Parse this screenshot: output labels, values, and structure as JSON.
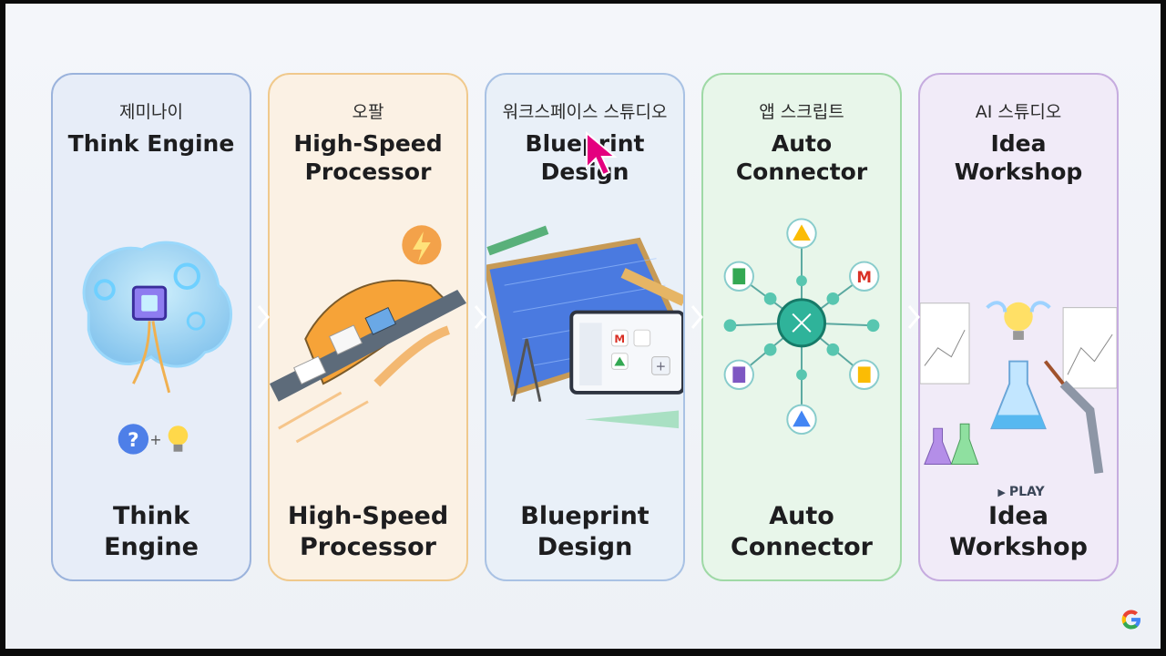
{
  "cards": [
    {
      "ko": "제미나이",
      "top": [
        "Think Engine"
      ],
      "bottom": [
        "Think",
        "Engine"
      ],
      "border": "#9bb3dc",
      "bg": "#e7edf8",
      "icon": "brain-chip-icon"
    },
    {
      "ko": "오팔",
      "top": [
        "High-Speed",
        "Processor"
      ],
      "bottom": [
        "High-Speed",
        "Processor"
      ],
      "border": "#f0c98c",
      "bg": "#fbf1e4",
      "icon": "conveyor-belt-icon"
    },
    {
      "ko": "워크스페이스 스튜디오",
      "top": [
        "Blueprint",
        "Design"
      ],
      "bottom": [
        "Blueprint",
        "Design"
      ],
      "border": "#a9c2e4",
      "bg": "#e9f0f8",
      "icon": "blueprint-tablet-icon"
    },
    {
      "ko": "앱 스크립트",
      "top": [
        "Auto",
        "Connector"
      ],
      "bottom": [
        "Auto",
        "Connector"
      ],
      "border": "#9fd9a6",
      "bg": "#e8f6ea",
      "icon": "connector-network-icon"
    },
    {
      "ko": "AI 스튜디오",
      "top": [
        "Idea",
        "Workshop"
      ],
      "bottom": [
        "Idea",
        "Workshop"
      ],
      "border": "#c6acdf",
      "bg": "#f1ebf8",
      "icon": "lab-workshop-icon"
    }
  ],
  "lab": {
    "play_label": "PLAY"
  },
  "brand": {
    "logo": "google-g-icon"
  }
}
